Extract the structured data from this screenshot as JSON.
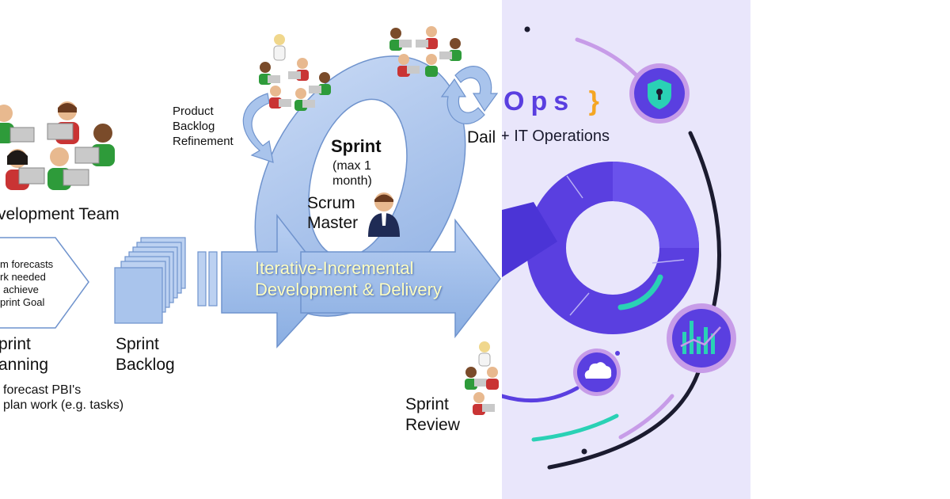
{
  "scrum": {
    "development_team": "velopment Team",
    "product_backlog_refinement": [
      "Product",
      "Backlog",
      "Refinement"
    ],
    "sprint_title": "Sprint",
    "sprint_duration": [
      "(max 1",
      "month)"
    ],
    "scrum_master": [
      "Scrum",
      "Master"
    ],
    "planning_arrow_text": [
      "m forecasts",
      "rk needed",
      "achieve",
      "print Goal"
    ],
    "sprint_planning": [
      "print",
      "anning"
    ],
    "sprint_backlog": [
      "Sprint",
      "Backlog"
    ],
    "forecast_notes": [
      "forecast PBI's",
      "plan work (e.g. tasks)"
    ],
    "iterative_banner": [
      "Iterative-Incremental",
      "Development & Delivery"
    ],
    "daily": "Dail",
    "sprint_review": [
      "Sprint",
      "Review"
    ]
  },
  "devops": {
    "logo_suffix": "Ops }",
    "subtitle": "+ IT Operations",
    "icons": [
      "shield-lock-icon",
      "bar-chart-icon",
      "cloud-icon"
    ]
  },
  "colors": {
    "scrum_blue": "#a9c4ec",
    "scrum_blue_dark": "#5b84c4",
    "banner_text": "#fffec0",
    "devops_bg": "#e9e6fb",
    "devops_purple": "#5a3fe0",
    "devops_teal": "#2ad1b5",
    "devops_orange": "#f5a623",
    "devops_lavender": "#c79ce8"
  }
}
